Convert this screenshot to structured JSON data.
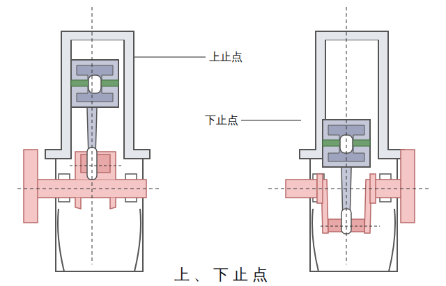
{
  "diagram": {
    "caption": "上、下止点",
    "labels": [
      "上止点",
      "下止点"
    ]
  }
}
